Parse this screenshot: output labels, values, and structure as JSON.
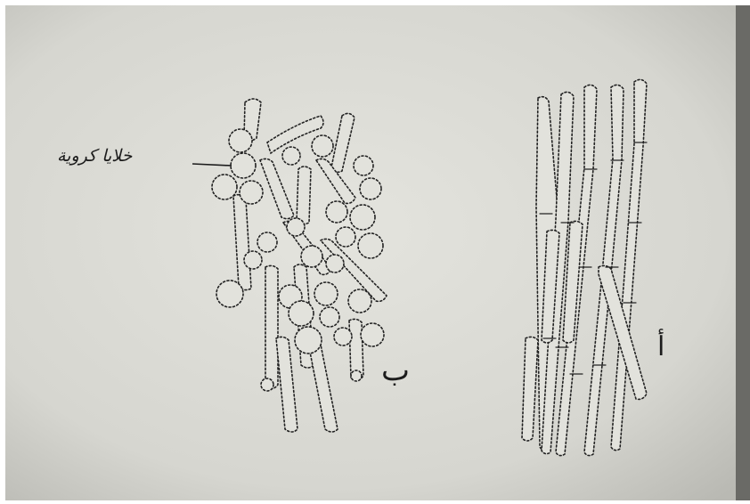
{
  "figure": {
    "label_globular_cells": "خلايا كروية",
    "label_panel_b": "ب",
    "label_panel_a": "أ",
    "colors": {
      "paper": "#dcdcd6",
      "ink": "#1c1c1c"
    }
  }
}
